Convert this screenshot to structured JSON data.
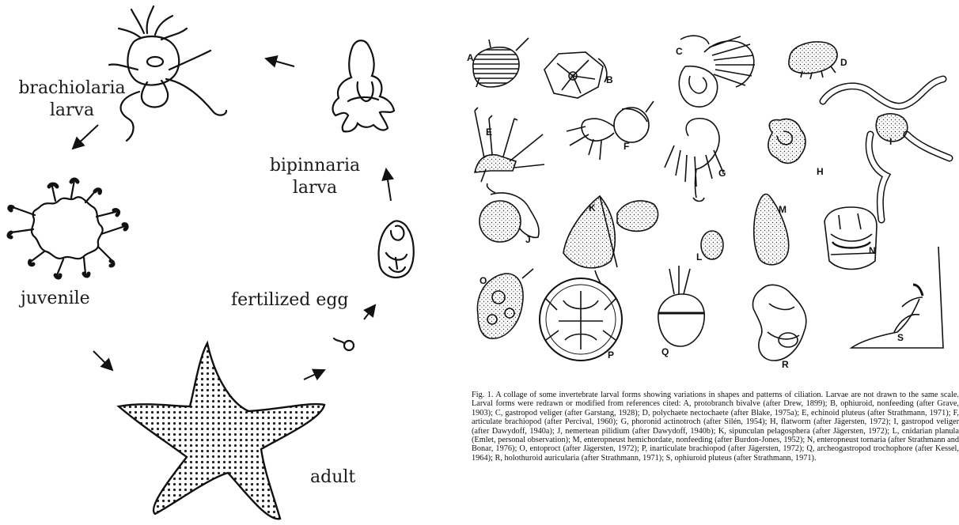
{
  "life_cycle": {
    "labels": {
      "brachiolaria_line1": "brachiolaria",
      "brachiolaria_line2": "larva",
      "bipinnaria_line1": "bipinnaria",
      "bipinnaria_line2": "larva",
      "juvenile": "juvenile",
      "fertilized_egg": "fertilized egg",
      "adult": "adult"
    }
  },
  "collage": {
    "letters": [
      "A",
      "B",
      "C",
      "D",
      "E",
      "F",
      "G",
      "H",
      "I",
      "J",
      "K",
      "L",
      "M",
      "N",
      "O",
      "P",
      "Q",
      "R",
      "S"
    ],
    "caption": "Fig. 1. A collage of some invertebrate larval forms showing variations in shapes and patterns of ciliation. Larvae are not drawn to the same scale. Larval forms were redrawn or modified from references cited: A, protobranch bivalve (after Drew, 1899); B, ophiuroid, nonfeeding (after Grave, 1903); C, gastropod veliger (after Garstang, 1928); D, polychaete nectochaete (after Blake, 1975a); E, echinoid pluteus (after Strathmann, 1971); F, articulate brachiopod (after Percival, 1960); G, phoronid actinotroch (after Silén, 1954); H, flatworm (after Jägersten, 1972); I, gastropod veliger (after Dawydoff, 1940a); J, nemertean pilidium (after Dawydoff, 1940b); K, sipunculan pelagosphera (after Jägersten, 1972); L, cnidarian planula (Emlet, personal observation); M, enteropneust hemichordate, nonfeeding (after Burdon-Jones, 1952); N, enteropneust tornaria (after Strathmann and Bonar, 1976); O, entoproct (after Jägersten, 1972); P, inarticulate brachiopod (after Jägersten, 1972); Q, archeogastropod trochophore (after Kessel, 1964); R, holothuroid auricularia (after Strathmann, 1971); S, ophiuroid pluteus (after Strathmann, 1971)."
  }
}
